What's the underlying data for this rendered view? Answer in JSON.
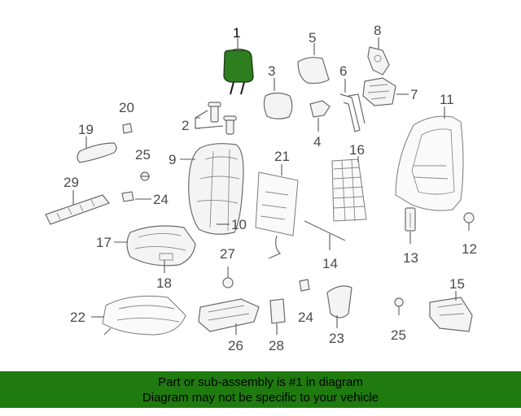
{
  "diagram": {
    "callouts": {
      "c1": "1",
      "c2": "2",
      "c3": "3",
      "c4": "4",
      "c5": "5",
      "c6": "6",
      "c7": "7",
      "c8": "8",
      "c9": "9",
      "c10": "10",
      "c11": "11",
      "c12": "12",
      "c13": "13",
      "c14": "14",
      "c15": "15",
      "c16": "16",
      "c17": "17",
      "c18": "18",
      "c19": "19",
      "c20": "20",
      "c21": "21",
      "c22": "22",
      "c23": "23",
      "c24a": "24",
      "c24b": "24",
      "c25a": "25",
      "c25b": "25",
      "c26": "26",
      "c27": "27",
      "c28": "28",
      "c29": "29"
    },
    "highlight_color": "#2e7d1e"
  },
  "footer": {
    "line1": "Part or sub-assembly is #1 in diagram",
    "line2": "Diagram may not be specific to your vehicle",
    "background_color": "#1f7a0f"
  }
}
